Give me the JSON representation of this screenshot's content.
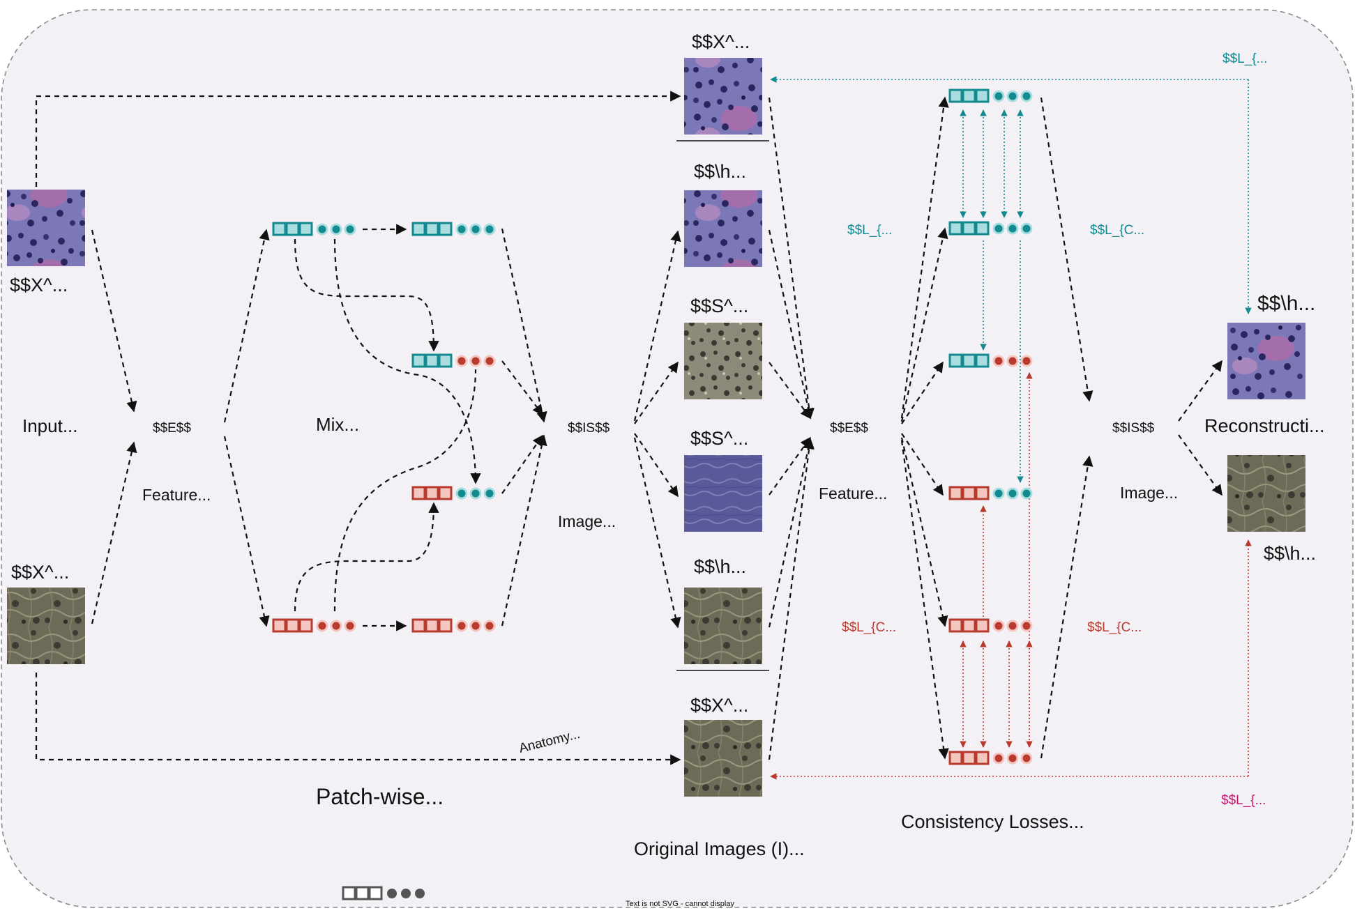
{
  "colors": {
    "background": "#f3f1f5",
    "border": "#8a8a8a",
    "teal": "#138a8f",
    "teal_light": "#a9dde0",
    "red": "#b83a2e",
    "red_light": "#f3c6bf",
    "magenta": "#c0196c",
    "arrow": "#111111",
    "he_purple": "#5e5aa0",
    "he_pink": "#b06aa6",
    "he_dark": "#2a2760",
    "gray_tissue": "#6e6a58",
    "gray_dark": "#3c3b33",
    "gray_light": "#a8a489"
  },
  "labels": {
    "input_top": "$$X^...",
    "input_label": "Input...",
    "input_bottom": "$$X^...",
    "encoder1": "$$E$$",
    "feature1": "Feature...",
    "mix": "Mix...",
    "generator1": "$$IS$$",
    "image1": "Image...",
    "orig_top": "$$X^...",
    "img_hat1": "$$\\h...",
    "img_s1": "$$S^...",
    "img_s2": "$$S^...",
    "img_hat2": "$$\\h...",
    "orig_bottom": "$$X^...",
    "encoder2": "$$E$$",
    "feature2": "Feature...",
    "generator2": "$$IS$$",
    "image2": "Image...",
    "recon_top": "$$\\h...",
    "recon_label": "Reconstructi...",
    "recon_bottom": "$$\\h...",
    "loss_top_right": "$$L_{...",
    "loss_teal_left": "$$L_{...",
    "loss_teal_right": "$$L_{C...",
    "loss_red_left": "$$L_{C...",
    "loss_red_right": "$$L_{C...",
    "loss_bottom_right": "$$L_{...",
    "anatomy": "Anatomy...",
    "patch_wise": "Patch-wise...",
    "original_images": "Original Images (I)...",
    "consistency_losses": "Consistency Losses...",
    "footer": "Text is not SVG - cannot display"
  },
  "icons": {
    "latent_code": "latent-code-icon",
    "tissue_patch": "tissue-patch-image"
  }
}
